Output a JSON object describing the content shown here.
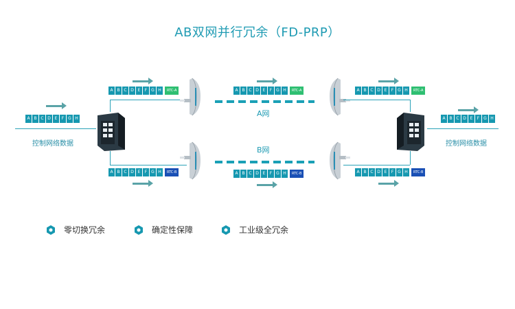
{
  "title": "AB双网并行冗余（FD-PRP）",
  "packet_letters": [
    "A",
    "B",
    "C",
    "D",
    "E",
    "F",
    "G",
    "H"
  ],
  "tag_a": "RTC-A",
  "tag_b": "RTC-B",
  "network_a_label": "A网",
  "network_b_label": "B网",
  "control_data_label_left": "控制网络数据",
  "control_data_label_right": "控制网络数据",
  "features": [
    "零切换冗余",
    "确定性保障",
    "工业级全冗余"
  ],
  "colors": {
    "accent": "#1698b0",
    "tag_a": "#2fbf72",
    "tag_b": "#1a50b5",
    "title": "#1f9bb3"
  },
  "icons": [
    "industrial-switch-icon",
    "antenna-icon",
    "hexagon-bullet-icon"
  ]
}
